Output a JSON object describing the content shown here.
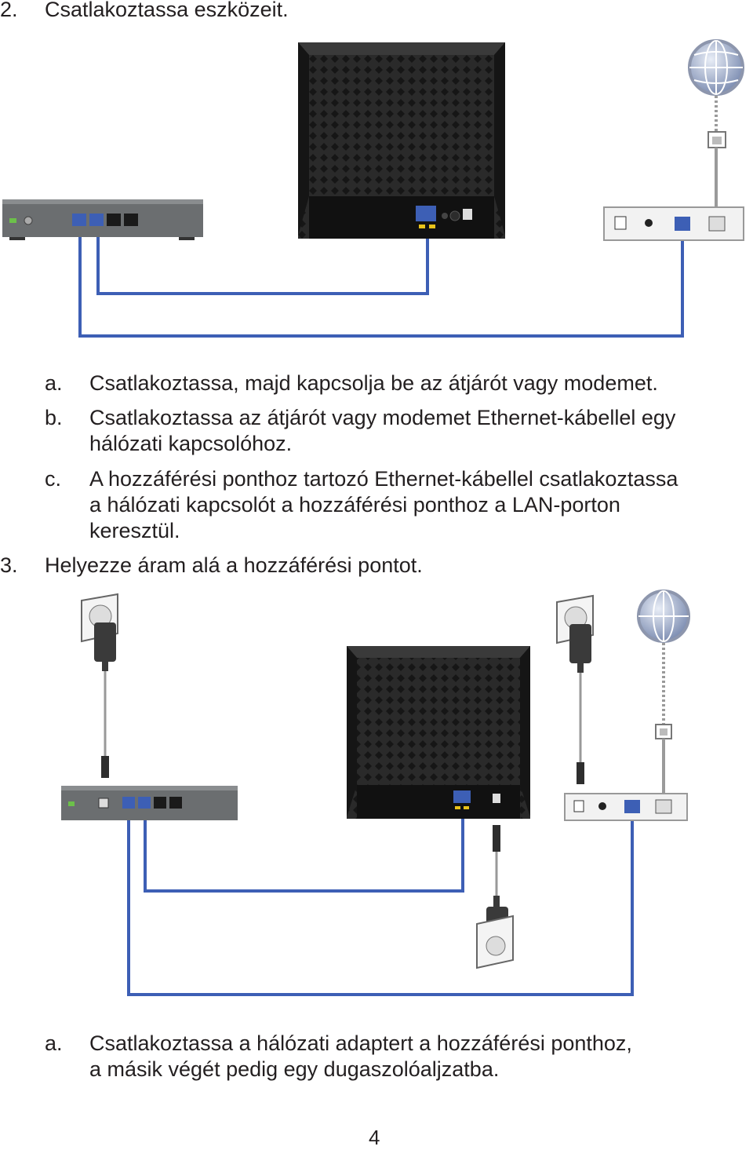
{
  "step2": {
    "number": "2.",
    "title": "Csatlakoztassa eszközeit."
  },
  "step2_items": [
    {
      "marker": "a.",
      "lines": [
        "Csatlakoztassa, majd kapcsolja be az átjárót vagy modemet."
      ]
    },
    {
      "marker": "b.",
      "lines": [
        "Csatlakoztassa az átjárót vagy modemet Ethernet-kábellel egy",
        "hálózati kapcsolóhoz."
      ]
    },
    {
      "marker": "c.",
      "lines": [
        "A hozzáférési ponthoz tartozó Ethernet-kábellel csatlakoztassa",
        "a hálózati kapcsolót a hozzáférési ponthoz a LAN-porton",
        "keresztül."
      ]
    }
  ],
  "step3": {
    "number": "3.",
    "title": "Helyezze áram alá a hozzáférési pontot."
  },
  "step3_items": [
    {
      "marker": "a.",
      "lines": [
        "Csatlakoztassa a hálózati adaptert a hozzáférési ponthoz,",
        "a másik végét pedig egy dugaszolóaljzatba."
      ]
    }
  ],
  "page_number": "4",
  "colors": {
    "cable_blue": "#3d5fb5",
    "text": "#231f20",
    "device_dark": "#1e1e1e",
    "switch_gray": "#6b6e70"
  },
  "icons": [
    "globe-icon",
    "power-outlet-icon",
    "power-adapter-icon",
    "ethernet-jack-icon"
  ]
}
